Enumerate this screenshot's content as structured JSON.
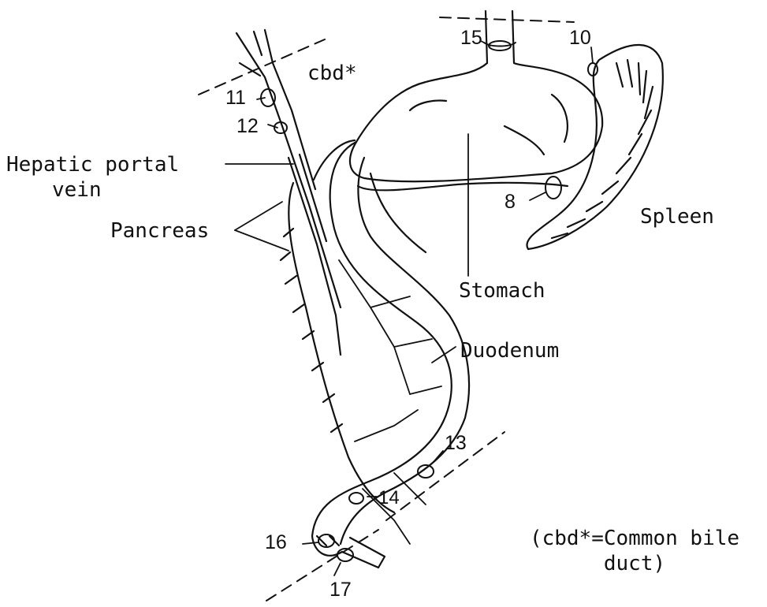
{
  "labels": {
    "cbd": "cbd*",
    "hepatic_portal_vein_line1": "Hepatic portal",
    "hepatic_portal_vein_line2": "vein",
    "pancreas": "Pancreas",
    "stomach": "Stomach",
    "spleen": "Spleen",
    "duodenum": "Duodenum",
    "footnote_line1": "(cbd*=Common bile",
    "footnote_line2": "duct)"
  },
  "ligature_numbers": {
    "n8": "8",
    "n10": "10",
    "n11": "11",
    "n12": "12",
    "n13": "13",
    "n14": "14",
    "n15": "15",
    "n16": "16",
    "n17": "17"
  }
}
